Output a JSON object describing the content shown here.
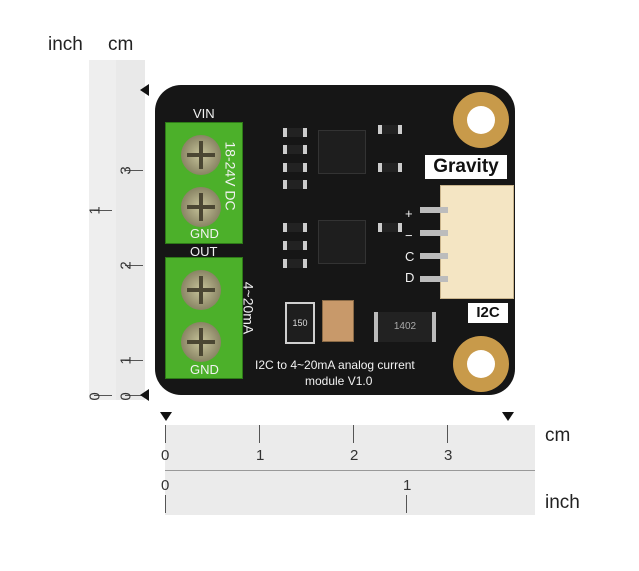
{
  "units": {
    "inch_top": "inch",
    "cm_top": "cm",
    "cm_right": "cm",
    "inch_right": "inch"
  },
  "vruler": {
    "cm_labels": [
      "3",
      "2",
      "1",
      "0"
    ],
    "inch_labels": [
      "1",
      "0"
    ]
  },
  "hruler": {
    "cm_labels": [
      "0",
      "1",
      "2",
      "3"
    ],
    "inch_labels": [
      "0",
      "1"
    ]
  },
  "board": {
    "vin": "VIN",
    "gnd_top": "GND",
    "out": "OUT",
    "gnd_bottom": "GND",
    "voltage": "18-24V DC",
    "current": "4~20mA",
    "desc_line1": "I2C to 4~20mA analog current",
    "desc_line2": "module V1.0",
    "gravity": "Gravity",
    "i2c": "I2C",
    "pin_labels": [
      "D",
      "C",
      "−",
      "+"
    ],
    "chip1": "",
    "chip2": "",
    "resistor": "150",
    "diode": "1402"
  }
}
